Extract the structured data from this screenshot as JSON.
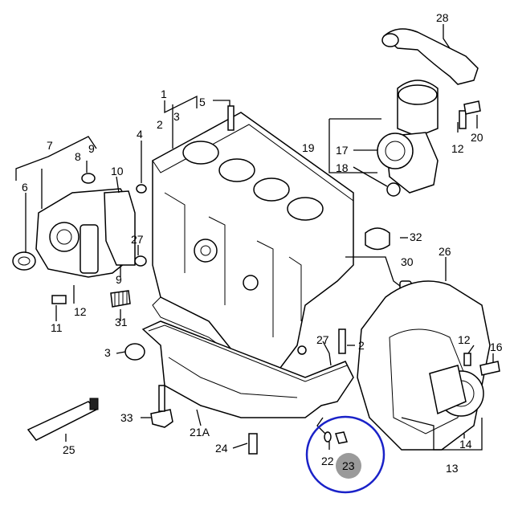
{
  "callouts": {
    "c1": "1",
    "c2": "2",
    "c3": "3",
    "c4": "4",
    "c5": "5",
    "c6": "6",
    "c7": "7",
    "c8": "8",
    "c9": "9",
    "c10": "10",
    "c11": "11",
    "c12a": "12",
    "c12b": "12",
    "c12c": "12",
    "c13": "13",
    "c14": "14",
    "c16": "16",
    "c17": "17",
    "c18": "18",
    "c19": "19",
    "c20": "20",
    "c21a": "21A",
    "c22": "22",
    "c23": "23",
    "c24": "24",
    "c25": "25",
    "c26": "26",
    "c27a": "27",
    "c27b": "27",
    "c28": "28",
    "c30": "30",
    "c31": "31",
    "c32": "32",
    "c2b": "2",
    "c3b": "3",
    "c9b": "9",
    "c33": "33"
  },
  "highlight": {
    "label": "23",
    "ring_color": "#1a22c8",
    "badge_color": "#9a9a9a"
  },
  "colors": {
    "line": "#000000",
    "background": "#ffffff"
  }
}
